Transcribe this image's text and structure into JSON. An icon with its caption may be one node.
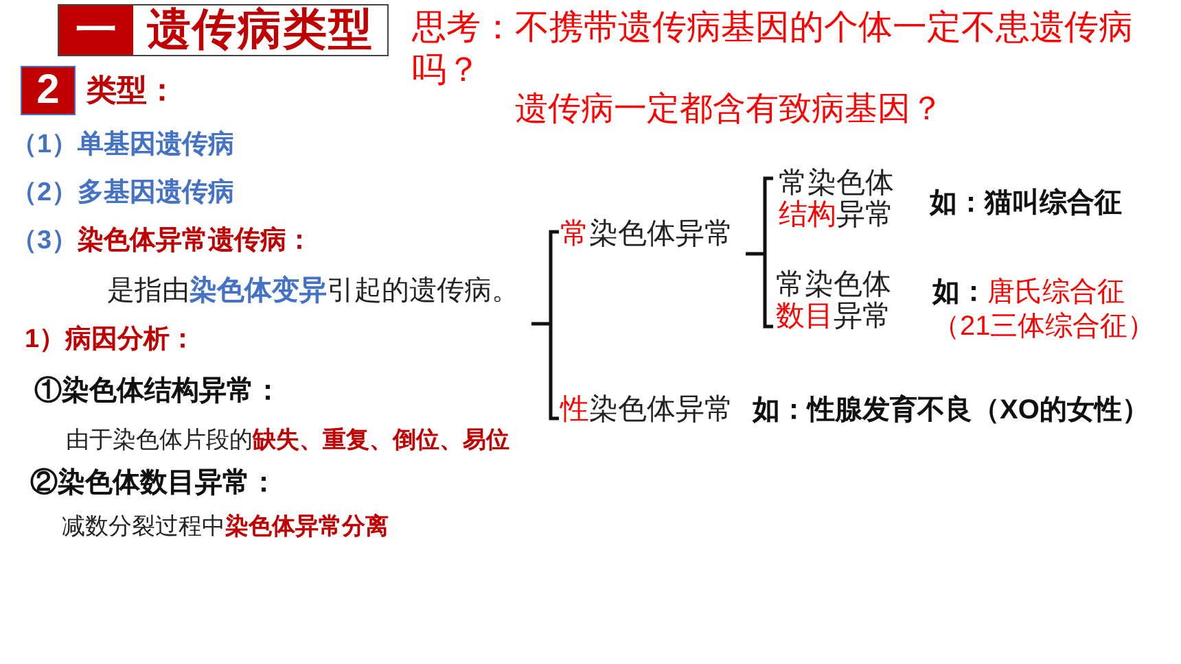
{
  "diagram": {
    "nodes": [
      {
        "text": [
          "一",
          "遗传病类型"
        ]
      },
      {
        "text": [
          "2"
        ],
        "beside": [
          "类型："
        ]
      }
    ],
    "labels": [
      "思考：不携带遗传病基因的个体一定不患遗传病吗？",
      "遗传病一定都含有致病基因？",
      "（1）单基因遗传病",
      "（2）多基因遗传病",
      "（3）*染色体异常遗传病：*",
      "是指由**染色体变异**引起的遗传病。",
      "1）病因分析：",
      "①染色体结构异常：",
      "由于染色体片段的**缺失、重复、倒位、易位**",
      "②染色体数目异常：",
      "减数分裂过程中**染色体异常分离**",
      "**常**染色体异常",
      "常染色体**结构**异常",
      "如：猫叫综合征",
      "常染色体**数目**异常",
      "如：*唐氏综合征（21三体综合征）*",
      "**性**染色体异常",
      "如：性腺发育不良（XO的女性）"
    ]
  }
}
